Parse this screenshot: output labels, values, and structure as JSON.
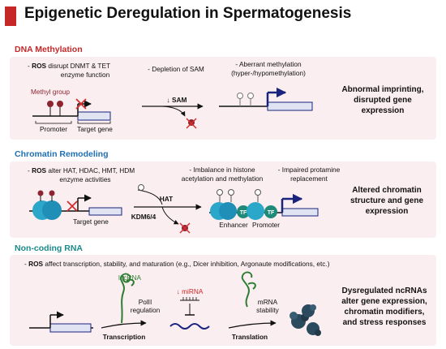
{
  "title": "Epigenetic Deregulation in Spermatogenesis",
  "colors": {
    "accent": "#c62828",
    "dna_methylation": "#c62828",
    "chromatin": "#1f6fb2",
    "ncrna": "#1a8a8a",
    "panel_bg": "#fbeef0",
    "nucleosome": "#2aa7c9",
    "tf": "#1f8a7a",
    "methyl": "#8e2431",
    "lncrna": "#2e7d32"
  },
  "sections": {
    "dna_methylation": {
      "heading": "DNA Methylation",
      "ros_bold": "ROS",
      "ros_rest_1": " disrupt DNMT & TET",
      "ros_rest_2": "enzyme function",
      "methyl_group": "Methyl group",
      "promoter": "Promoter",
      "target_gene": "Target gene",
      "depletion": "- Depletion of SAM",
      "sam": "↓ SAM",
      "aberrant_1": "- Aberrant methylation",
      "aberrant_2": "(hyper-/hypomethylation)",
      "conclusion": [
        "Abnormal imprinting,",
        "disrupted gene",
        "expression"
      ]
    },
    "chromatin": {
      "heading": "Chromatin Remodeling",
      "ros_bold": "ROS",
      "ros_rest_1": " alter HAT, HDAC, HMT, HDM",
      "ros_rest_2": "enzyme activities",
      "target_gene": "Target gene",
      "imbalance_1": "- Imbalance in histone",
      "imbalance_2": "acetylation and methylation",
      "hat": "HAT",
      "kdm": "KDM6/4",
      "impaired_1": "- Impaired protamine",
      "impaired_2": "replacement",
      "tf": "TF",
      "enhancer": "Enhancer",
      "promoter": "Promoter",
      "conclusion": [
        "Altered chromatin",
        "structure and gene",
        "expression"
      ]
    },
    "ncrna": {
      "heading": "Non-coding RNA",
      "ros_bold": "ROS",
      "ros_rest": " affect transcription, stability, and maturation (e.g., Dicer inhibition, Argonaute modifications, etc.)",
      "lncrna": "lncRNA",
      "polii_1": "PolII",
      "polii_2": "regulation",
      "mirna": "↓ miRNA",
      "mrna_1": "mRNA",
      "mrna_2": "stability",
      "transcription": "Transcription",
      "translation": "Translation",
      "conclusion": [
        "Dysregulated ncRNAs",
        "alter gene expression,",
        "chromatin modifiers,",
        "and stress responses"
      ]
    }
  }
}
